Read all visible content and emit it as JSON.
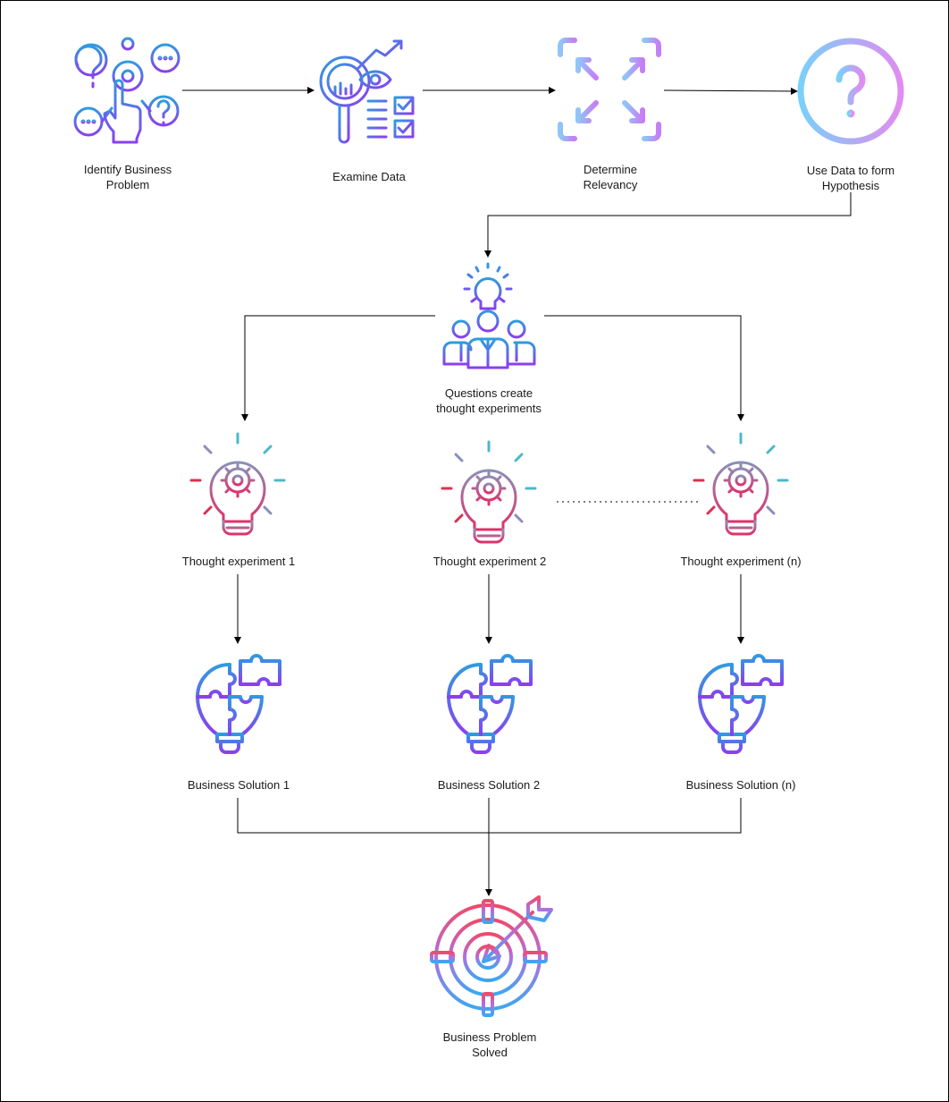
{
  "nodes": {
    "identify": {
      "label": "Identify Business\nProblem",
      "icon": "question-gears-icon"
    },
    "examine": {
      "label": "Examine Data",
      "icon": "data-analysis-icon"
    },
    "relevancy": {
      "label": "Determine\nRelevancy",
      "icon": "arrows-expand-icon"
    },
    "hypothesis": {
      "label": "Use Data to form\nHypothesis",
      "icon": "question-circle-icon"
    },
    "questions": {
      "label": "Questions create\nthought experiments",
      "icon": "team-idea-icon"
    },
    "thought1": {
      "label": "Thought experiment 1",
      "icon": "lightbulb-gear-icon"
    },
    "thought2": {
      "label": "Thought experiment 2",
      "icon": "lightbulb-gear-icon"
    },
    "thoughtn": {
      "label": "Thought experiment (n)",
      "icon": "lightbulb-gear-icon"
    },
    "solution1": {
      "label": "Business Solution 1",
      "icon": "puzzle-bulb-icon"
    },
    "solution2": {
      "label": "Business Solution 2",
      "icon": "puzzle-bulb-icon"
    },
    "solutionn": {
      "label": "Business Solution (n)",
      "icon": "puzzle-bulb-icon"
    },
    "solved": {
      "label": "Business Problem\nSolved",
      "icon": "target-arrow-icon"
    }
  },
  "colors": {
    "blue": "#2f9be0",
    "purple": "#8a3ff0",
    "pink": "#e04a8a",
    "red": "#d8324e",
    "teal": "#4bb8c8",
    "lightblue": "#7ad0f8",
    "lilac": "#d08cf4",
    "line": "#000000",
    "text": "#1a1a1a"
  }
}
